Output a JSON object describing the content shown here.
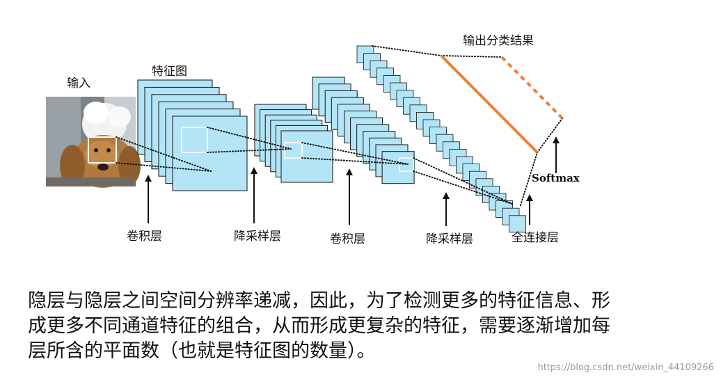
{
  "diagram": {
    "labels": {
      "input": "输入",
      "feature_map": "特征图",
      "output": "输出分类结果",
      "conv1": "卷积层",
      "pool1": "降采样层",
      "conv2": "卷积层",
      "pool2": "降采样层",
      "fc": "全连接层",
      "softmax": "Softmax"
    },
    "colors": {
      "map_fill": "#b3e5f7",
      "map_stroke": "#111111",
      "output_line": "#f07f33",
      "dotted": "#111111"
    },
    "image": {
      "subject": "dog-photo"
    }
  },
  "caption": "隐层与隐层之间空间分辨率递减，因此，为了检测更多的特征信息、形成更多不同通道特征的组合，从而形成更复杂的特征，需要逐渐增加每层所含的平面数（也就是特征图的数量）。",
  "watermark": "https://blog.csdn.net/weixin_44109266"
}
